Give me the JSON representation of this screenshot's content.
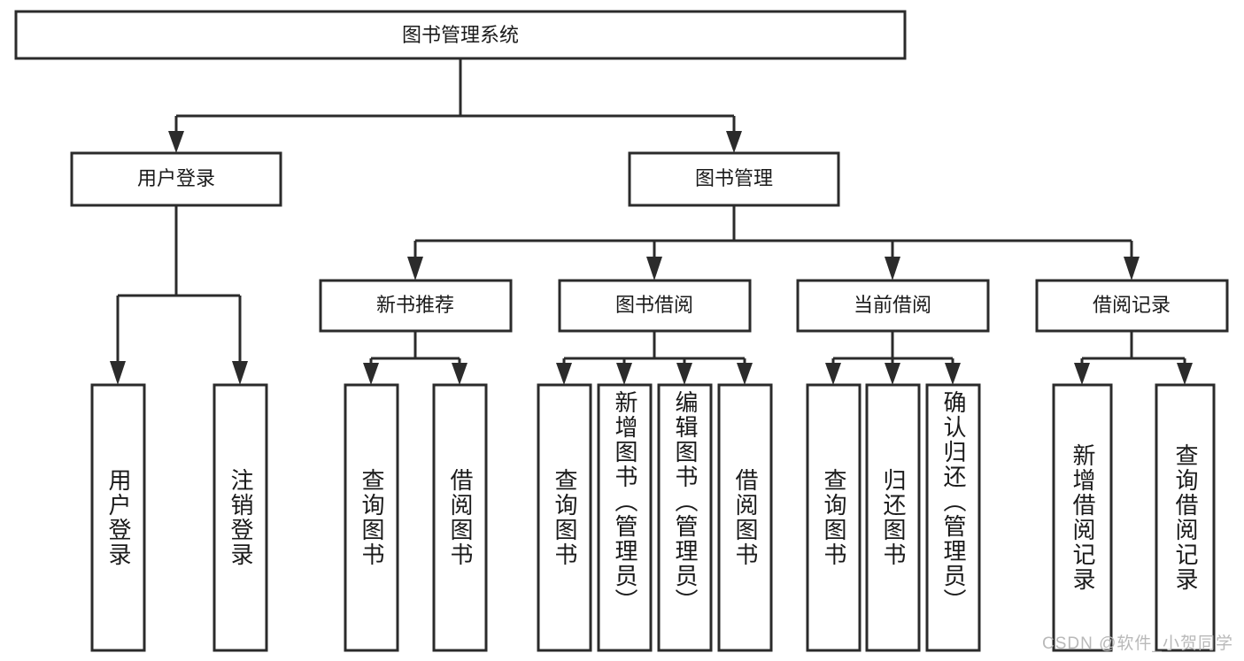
{
  "diagram": {
    "title": "图书管理系统",
    "type": "tree-hierarchy-diagram",
    "colors": {
      "stroke": "#2b2b2b",
      "fill": "#ffffff",
      "text": "#1a1a1a",
      "watermark": "#b9b9b9"
    },
    "root": {
      "label": "图书管理系统"
    },
    "level2": [
      {
        "label": "用户登录"
      },
      {
        "label": "图书管理"
      }
    ],
    "level3": [
      {
        "label": "新书推荐"
      },
      {
        "label": "图书借阅"
      },
      {
        "label": "当前借阅"
      },
      {
        "label": "借阅记录"
      }
    ],
    "leaves": {
      "user_login": [
        {
          "label": "用户登录"
        },
        {
          "label": "注销登录"
        }
      ],
      "new_book_recommend": [
        {
          "label": "查询图书"
        },
        {
          "label": "借阅图书"
        }
      ],
      "book_borrow": [
        {
          "label": "查询图书"
        },
        {
          "label": "新增图书（管理员）"
        },
        {
          "label": "编辑图书（管理员）"
        },
        {
          "label": "借阅图书"
        }
      ],
      "current_borrow": [
        {
          "label": "查询图书"
        },
        {
          "label": "归还图书"
        },
        {
          "label": "确认归还（管理员）"
        }
      ],
      "borrow_record": [
        {
          "label": "新增借阅记录"
        },
        {
          "label": "查询借阅记录"
        }
      ]
    }
  },
  "watermark": {
    "text": "CSDN @软件_小贺同学"
  }
}
